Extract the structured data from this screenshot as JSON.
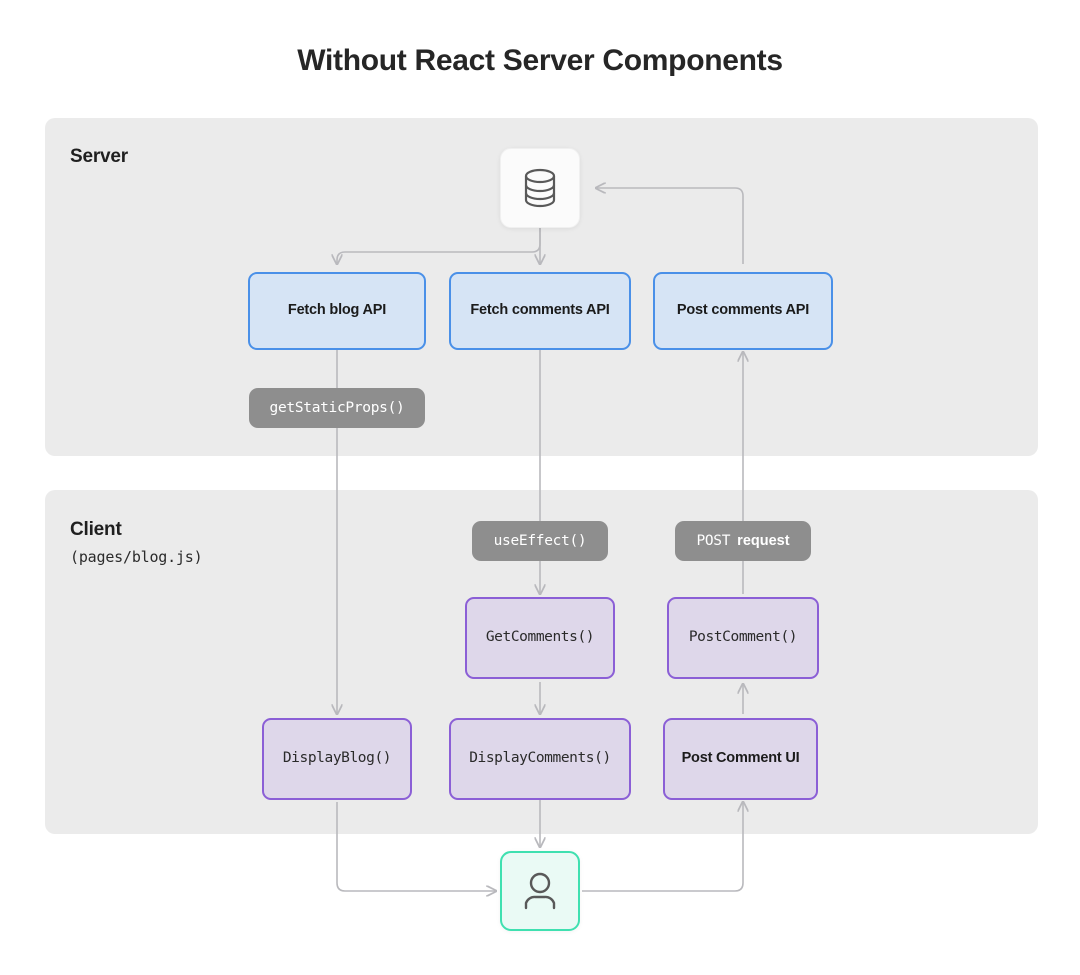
{
  "title": "Without React Server Components",
  "panels": {
    "server": {
      "label": "Server"
    },
    "client": {
      "label": "Client",
      "sublabel": "(pages/blog.js)"
    }
  },
  "icons": {
    "database": "database-icon",
    "user": "user-icon"
  },
  "server_nodes": [
    {
      "id": "fetch-blog-api",
      "label": "Fetch blog API"
    },
    {
      "id": "fetch-comments-api",
      "label": "Fetch  comments API"
    },
    {
      "id": "post-comments-api",
      "label": "Post comments API"
    }
  ],
  "server_pills": [
    {
      "id": "get-static-props",
      "label": "getStaticProps()"
    }
  ],
  "client_pills": [
    {
      "id": "use-effect",
      "label": "useEffect()"
    },
    {
      "id": "post-request",
      "label": "POST",
      "label_bold": "request"
    }
  ],
  "client_nodes": [
    {
      "id": "get-comments",
      "label": "GetComments()"
    },
    {
      "id": "post-comment",
      "label": "PostComment()"
    },
    {
      "id": "display-blog",
      "label": "DisplayBlog()"
    },
    {
      "id": "display-comments",
      "label": "DisplayComments()"
    },
    {
      "id": "post-comment-ui",
      "label": "Post Comment UI"
    }
  ],
  "colors": {
    "canvas": "#ffffff",
    "panel": "#ebebeb",
    "api_fill": "#d6e4f5",
    "api_border": "#4a90e8",
    "component_fill": "#ded7ea",
    "component_border": "#8b5fd6",
    "pill_fill": "#8e8e8e",
    "user_fill": "#eafaf5",
    "user_border": "#3fe0b0",
    "connector": "#b9b9bd",
    "title_text": "#262626"
  }
}
